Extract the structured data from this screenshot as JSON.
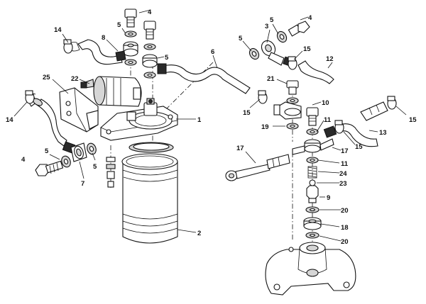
{
  "callouts": [
    {
      "id": "c1",
      "text": "1"
    },
    {
      "id": "c2",
      "text": "2"
    },
    {
      "id": "c3",
      "text": "3"
    },
    {
      "id": "c4a",
      "text": "4"
    },
    {
      "id": "c4b",
      "text": "4"
    },
    {
      "id": "c4c",
      "text": "4"
    },
    {
      "id": "c5a",
      "text": "5"
    },
    {
      "id": "c5b",
      "text": "5"
    },
    {
      "id": "c5c",
      "text": "5"
    },
    {
      "id": "c5d",
      "text": "5"
    },
    {
      "id": "c5e",
      "text": "5"
    },
    {
      "id": "c5f",
      "text": "5"
    },
    {
      "id": "c6",
      "text": "6"
    },
    {
      "id": "c7",
      "text": "7"
    },
    {
      "id": "c8",
      "text": "8"
    },
    {
      "id": "c9",
      "text": "9"
    },
    {
      "id": "c10",
      "text": "10"
    },
    {
      "id": "c11a",
      "text": "11"
    },
    {
      "id": "c11b",
      "text": "11"
    },
    {
      "id": "c12",
      "text": "12"
    },
    {
      "id": "c13",
      "text": "13"
    },
    {
      "id": "c14a",
      "text": "14"
    },
    {
      "id": "c14b",
      "text": "14"
    },
    {
      "id": "c15a",
      "text": "15"
    },
    {
      "id": "c15b",
      "text": "15"
    },
    {
      "id": "c15c",
      "text": "15"
    },
    {
      "id": "c15d",
      "text": "15"
    },
    {
      "id": "c17a",
      "text": "17"
    },
    {
      "id": "c17b",
      "text": "17"
    },
    {
      "id": "c18",
      "text": "18"
    },
    {
      "id": "c19",
      "text": "19"
    },
    {
      "id": "c20a",
      "text": "20"
    },
    {
      "id": "c20b",
      "text": "20"
    },
    {
      "id": "c21",
      "text": "21"
    },
    {
      "id": "c22",
      "text": "22"
    },
    {
      "id": "c23",
      "text": "23"
    },
    {
      "id": "c24",
      "text": "24"
    },
    {
      "id": "c25",
      "text": "25"
    }
  ]
}
